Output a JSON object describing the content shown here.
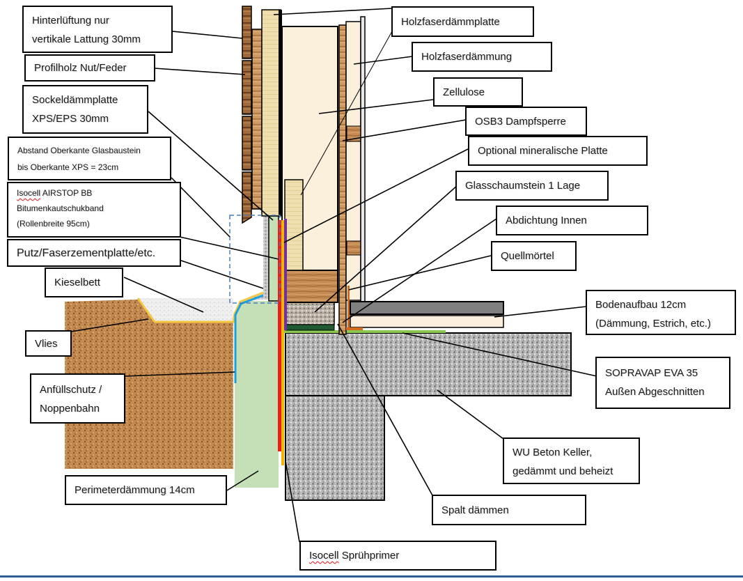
{
  "diagram": {
    "title": "Sockeldetail Holzrahmenbau auf WU-Beton-Keller",
    "colors": {
      "soil": "#c08850",
      "perimeter_insulation": "#c5dfb7",
      "concrete": "#a8a8a8",
      "gravel_bed": "#f0f0f0",
      "fleece_yellow": "#f5c842",
      "dimple_membrane_blue": "#1aa0e0",
      "bitumen_band_red": "#e8201a",
      "spray_primer_orange": "#f5b400",
      "inner_sealing_purple": "#7030a0",
      "sopravap_green": "#8cc850",
      "foam_glass_stone": "#b0a898",
      "wood_dark": "#8a5a30",
      "wood_light": "#c8955a",
      "wood_fiber_board": "#eedcaa",
      "cellulose": "#fbf0dc",
      "floor_top": "#808080",
      "floor_bottom": "#fbeedc",
      "swelling_mortar": "#d2691e",
      "dashed_guide": "#4a7cc0"
    }
  },
  "labels": {
    "hinterlueftung": [
      "Hinterlüftung nur",
      "vertikale Lattung 30mm"
    ],
    "profilholz": [
      "Profilholz Nut/Feder"
    ],
    "sockeldaemmplatte": [
      "Sockeldämmplatte",
      "XPS/EPS 30mm"
    ],
    "abstand": [
      "Abstand Oberkante Glasbaustein",
      "bis Oberkante XPS = 23cm"
    ],
    "airstop": {
      "brand": "Isocell",
      "line1_rest": " AIRSTOP BB",
      "line2": "Bitumenkautschukband",
      "line3": "(Rollenbreite 95cm)"
    },
    "putz": [
      "Putz/Faserzementplatte/etc."
    ],
    "kieselbett": [
      "Kieselbett"
    ],
    "vlies": [
      "Vlies"
    ],
    "anfuellschutz": [
      "Anfüllschutz /",
      "Noppenbahn"
    ],
    "perimeter": [
      "Perimeterdämmung 14cm"
    ],
    "spruehprimer": {
      "brand": "Isocell",
      "rest": " Sprühprimer"
    },
    "holzfaserdaemmplatte": [
      "Holzfaserdämmplatte"
    ],
    "holzfaserdaemmung": [
      "Holzfaserdämmung"
    ],
    "zellulose": [
      "Zellulose"
    ],
    "osb3": [
      "OSB3 Dampfsperre"
    ],
    "mineralische_platte": [
      "Optional mineralische Platte"
    ],
    "glasschaumstein": [
      "Glasschaumstein 1 Lage"
    ],
    "abdichtung_innen": [
      "Abdichtung Innen"
    ],
    "quellmoertel": [
      "Quellmörtel"
    ],
    "bodenaufbau": [
      "Bodenaufbau 12cm",
      "(Dämmung, Estrich, etc.)"
    ],
    "sopravap": [
      "SOPRAVAP EVA 35",
      "Außen Abgeschnitten"
    ],
    "wu_beton": [
      "WU Beton Keller,",
      "gedämmt und beheizt"
    ],
    "spalt": [
      "Spalt dämmen"
    ]
  }
}
